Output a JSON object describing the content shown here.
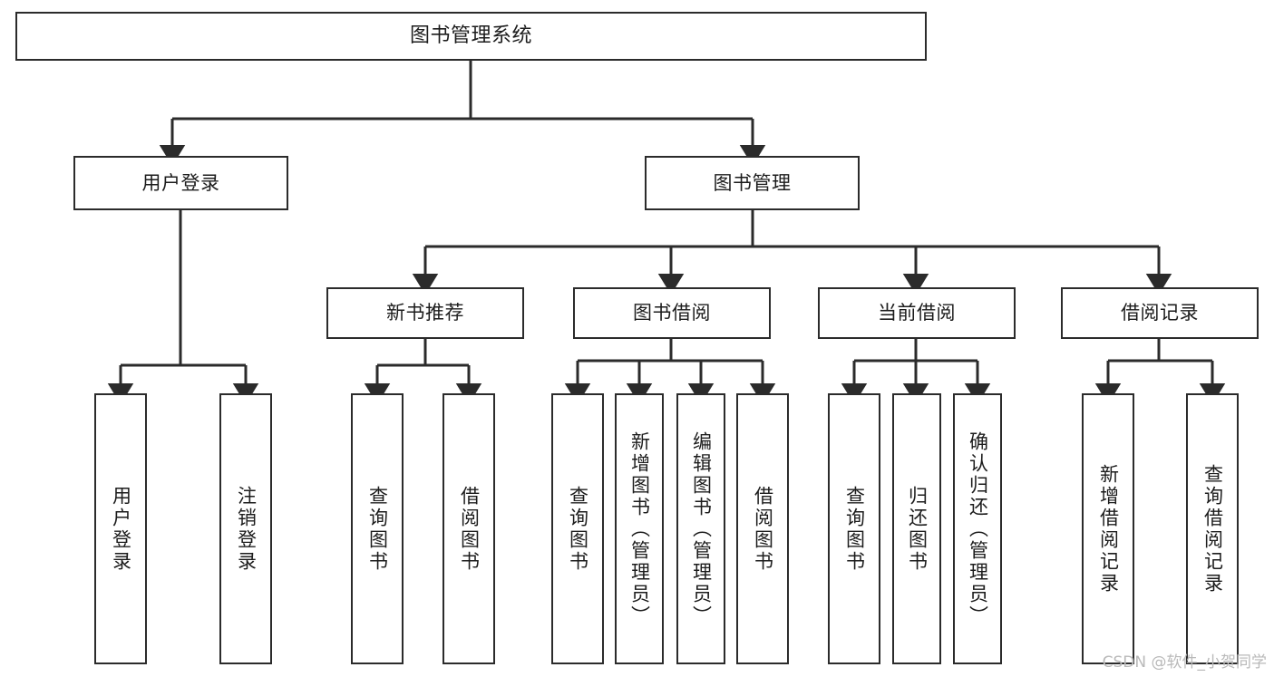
{
  "diagram": {
    "title": "图书管理系统",
    "type": "tree-hierarchy-chart",
    "root": {
      "id": "root",
      "label": "图书管理系统"
    },
    "level1": [
      {
        "id": "user-login",
        "label": "用户登录"
      },
      {
        "id": "book-management",
        "label": "图书管理"
      }
    ],
    "level2": [
      {
        "id": "new-book-recommend",
        "label": "新书推荐"
      },
      {
        "id": "book-borrow",
        "label": "图书借阅"
      },
      {
        "id": "current-borrow",
        "label": "当前借阅"
      },
      {
        "id": "borrow-record",
        "label": "借阅记录"
      }
    ],
    "leaves": {
      "user_login": [
        {
          "id": "leaf-user-login",
          "label": "用户登录"
        },
        {
          "id": "leaf-logout-login",
          "label": "注销登录"
        }
      ],
      "new_book_recommend": [
        {
          "id": "leaf-query-book-1",
          "label": "查询图书"
        },
        {
          "id": "leaf-borrow-book-1",
          "label": "借阅图书"
        }
      ],
      "book_borrow": [
        {
          "id": "leaf-query-book-2",
          "label": "查询图书"
        },
        {
          "id": "leaf-add-book",
          "label": "新增图书（管理员）"
        },
        {
          "id": "leaf-edit-book",
          "label": "编辑图书（管理员）"
        },
        {
          "id": "leaf-borrow-book-2",
          "label": "借阅图书"
        }
      ],
      "current_borrow": [
        {
          "id": "leaf-query-book-3",
          "label": "查询图书"
        },
        {
          "id": "leaf-return-book",
          "label": "归还图书"
        },
        {
          "id": "leaf-confirm-return",
          "label": "确认归还（管理员）"
        }
      ],
      "borrow_record": [
        {
          "id": "leaf-add-record",
          "label": "新增借阅记录"
        },
        {
          "id": "leaf-query-record",
          "label": "查询借阅记录"
        }
      ]
    },
    "colors": {
      "background": "#ffffff",
      "box_border": "#2b2b2b",
      "box_fill": "#ffffff",
      "text": "#1c1c1c",
      "connector": "#2b2b2b",
      "watermark": "#b9b9b9"
    }
  },
  "watermark": {
    "text": "CSDN @软件_小贺同学"
  }
}
